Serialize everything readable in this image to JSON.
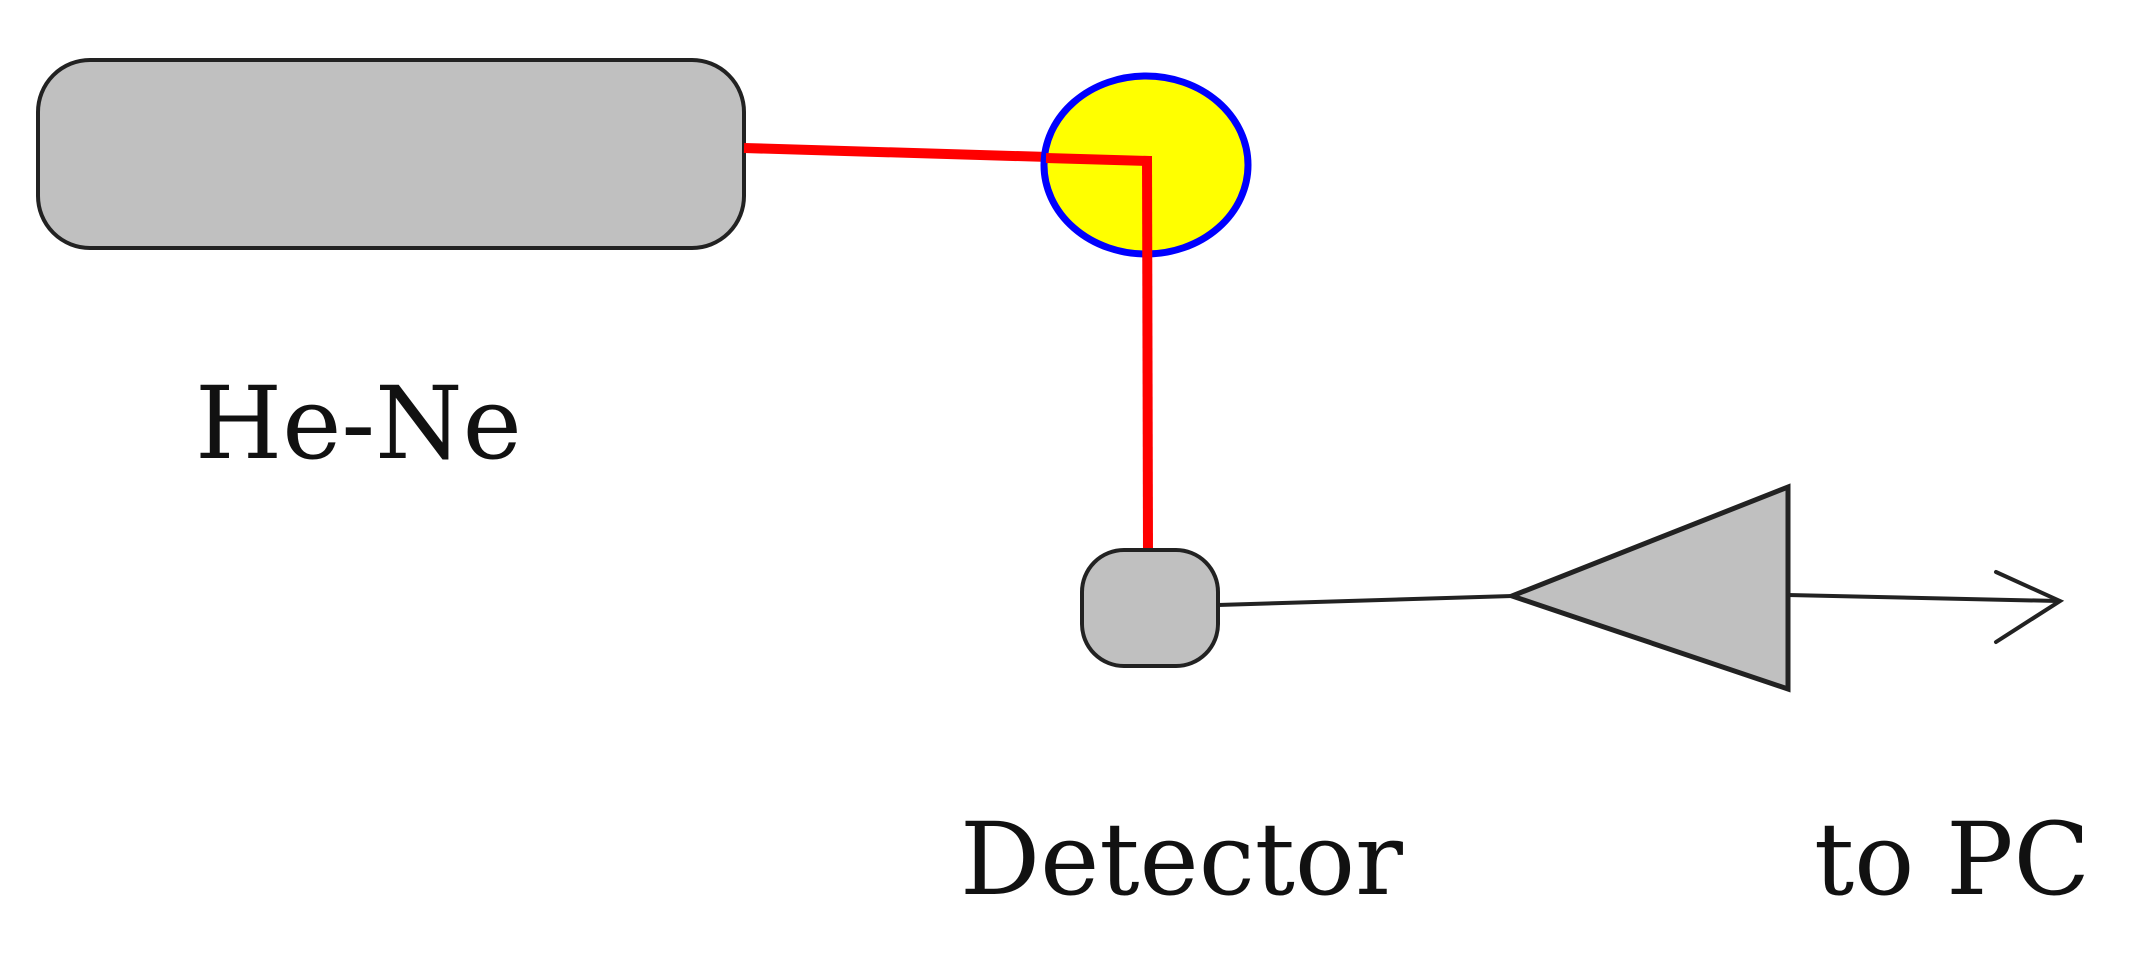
{
  "labels": {
    "laser": "He-Ne",
    "detector": "Detector",
    "output": "to PC"
  },
  "colors": {
    "laser_body": "#c0c0c0",
    "beam": "#ff0000",
    "mirror_fill": "#ffff00",
    "mirror_outline": "#0000ff",
    "detector_fill": "#c0c0c0",
    "amplifier_fill": "#c0c0c0",
    "wire": "#222222",
    "outline": "#222222"
  },
  "icons": {
    "amplifier": "triangle-amplifier-icon",
    "output_arrow": "arrow-right-icon"
  }
}
